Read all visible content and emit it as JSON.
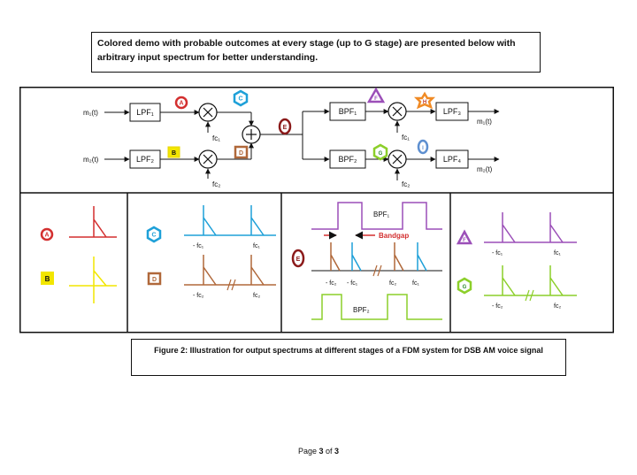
{
  "intro_text": "Colored demo with probable outcomes at every stage (up to G stage) are presented below with arbitrary input spectrum for better understanding.",
  "block_diagram": {
    "inputs": [
      "m₁(t)",
      "m₂(t)"
    ],
    "outputs": [
      "m₁(t)",
      "m₂(t)"
    ],
    "filters": {
      "lpf1": "LPF₁",
      "lpf2": "LPF₂",
      "bpf1": "BPF₁",
      "bpf2": "BPF₂",
      "lpf3": "LPF₃",
      "lpf4": "LPF₄"
    },
    "carriers": {
      "fc1_a": "fc₁",
      "fc2_a": "fc₂",
      "fc1_b": "fc₁",
      "fc2_b": "fc₂"
    },
    "stage_markers": [
      "A",
      "B",
      "C",
      "D",
      "E",
      "F",
      "G",
      "H",
      "I"
    ],
    "colors": {
      "A": "#d32f2f",
      "B": "#f2e600",
      "C": "#1ea0d8",
      "D": "#b0683a",
      "E": "#8b1a1a",
      "F": "#9b4fb8",
      "G": "#8ccf2a",
      "H": "#f08a24",
      "I": "#5d8fd0"
    }
  },
  "spectra": {
    "panel_c": {
      "neg": "- fc₁",
      "pos": "fc₁"
    },
    "panel_d": {
      "neg": "- fc₂",
      "pos": "fc₂"
    },
    "panel_e": {
      "bpf1": "BPF₁",
      "bpf2": "BPF₂",
      "bandgap": "Bandgap",
      "ticks": [
        "- fc₂",
        "- fc₁",
        "fc₂",
        "fc₁"
      ]
    },
    "panel_f": {
      "neg": "- fc₁",
      "pos": "fc₁"
    },
    "panel_g": {
      "neg": "- fc₂",
      "pos": "fc₂"
    }
  },
  "caption": "Figure 2: Illustration for output spectrums at different stages of a FDM system for DSB AM voice signal",
  "footer": {
    "prefix": "Page ",
    "page": "3",
    "mid": " of ",
    "total": "3"
  }
}
